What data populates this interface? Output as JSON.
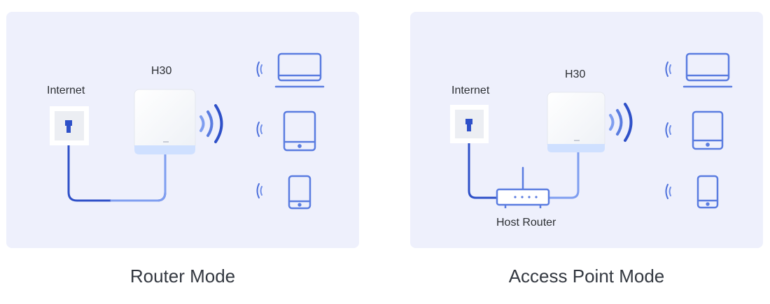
{
  "router_mode": {
    "caption": "Router Mode",
    "internet_label": "Internet",
    "device_label": "H30"
  },
  "ap_mode": {
    "caption": "Access Point Mode",
    "internet_label": "Internet",
    "device_label": "H30",
    "host_router_label": "Host Router"
  },
  "colors": {
    "panel_bg": "#eef0fc",
    "cable_dark": "#2e50c8",
    "cable_light": "#7f9ef0",
    "device_outline": "#5a7ce0",
    "wifi_blue": "#3a64dc",
    "unit_base": "#cfe0ff"
  },
  "icons": [
    "ethernet-port-icon",
    "mesh-unit-icon",
    "wifi-signal-icon",
    "laptop-icon",
    "tablet-icon",
    "phone-icon",
    "router-icon"
  ]
}
